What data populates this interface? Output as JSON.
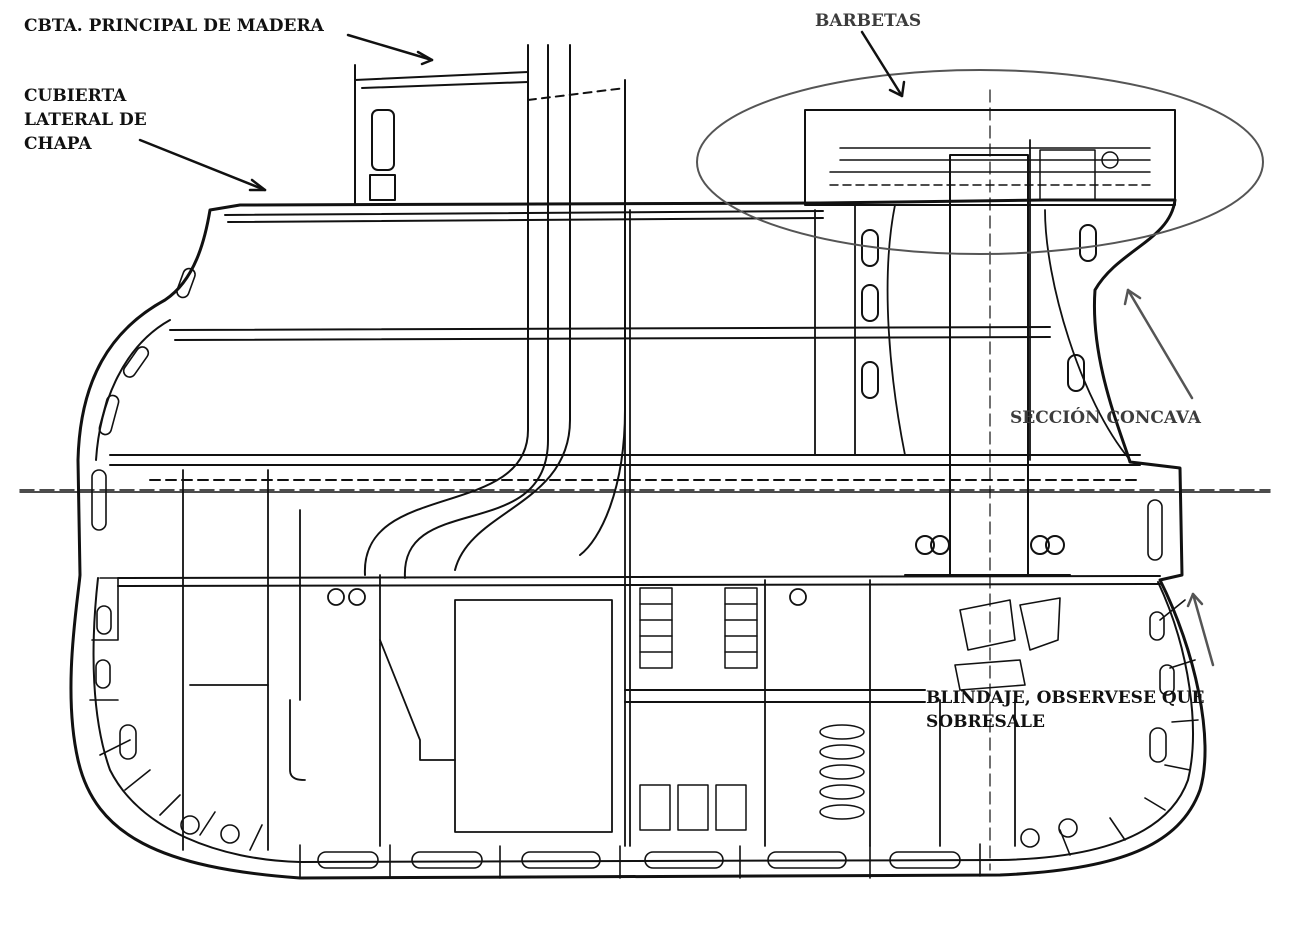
{
  "labels": {
    "main_deck": "CBTA. PRINCIPAL DE MADERA",
    "side_deck": [
      "CUBIERTA",
      "LATERAL DE",
      "CHAPA"
    ],
    "barbettes": "BARBETAS",
    "concave": "SECCIÓN CONCAVA",
    "armor": [
      "BLINDAJE, OBSERVESE QUE",
      "SOBRESALE"
    ]
  },
  "colors": {
    "ink": "#111111",
    "callout": "#555555",
    "label_grey": "#3c3c3c",
    "background": "#ffffff"
  }
}
